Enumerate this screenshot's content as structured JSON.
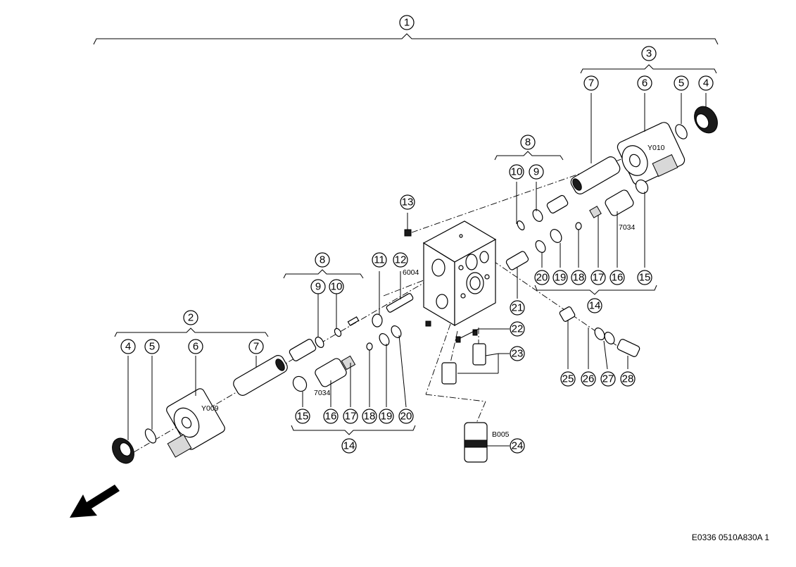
{
  "drawing": {
    "reference": "E0336 0510A830A 1",
    "callout_numbers": [
      "1",
      "2",
      "3",
      "4",
      "5",
      "6",
      "7",
      "8",
      "9",
      "10",
      "11",
      "12",
      "13",
      "14",
      "15",
      "16",
      "17",
      "18",
      "19",
      "20",
      "21",
      "22",
      "23",
      "24",
      "25",
      "26",
      "27",
      "28"
    ],
    "part_labels": {
      "coil_left": "Y009",
      "coil_right": "Y010",
      "valve_left": "7034",
      "valve_right": "7034",
      "pin": "6004",
      "sensor": "B005"
    },
    "icons": [
      "direction-arrow-icon"
    ]
  }
}
